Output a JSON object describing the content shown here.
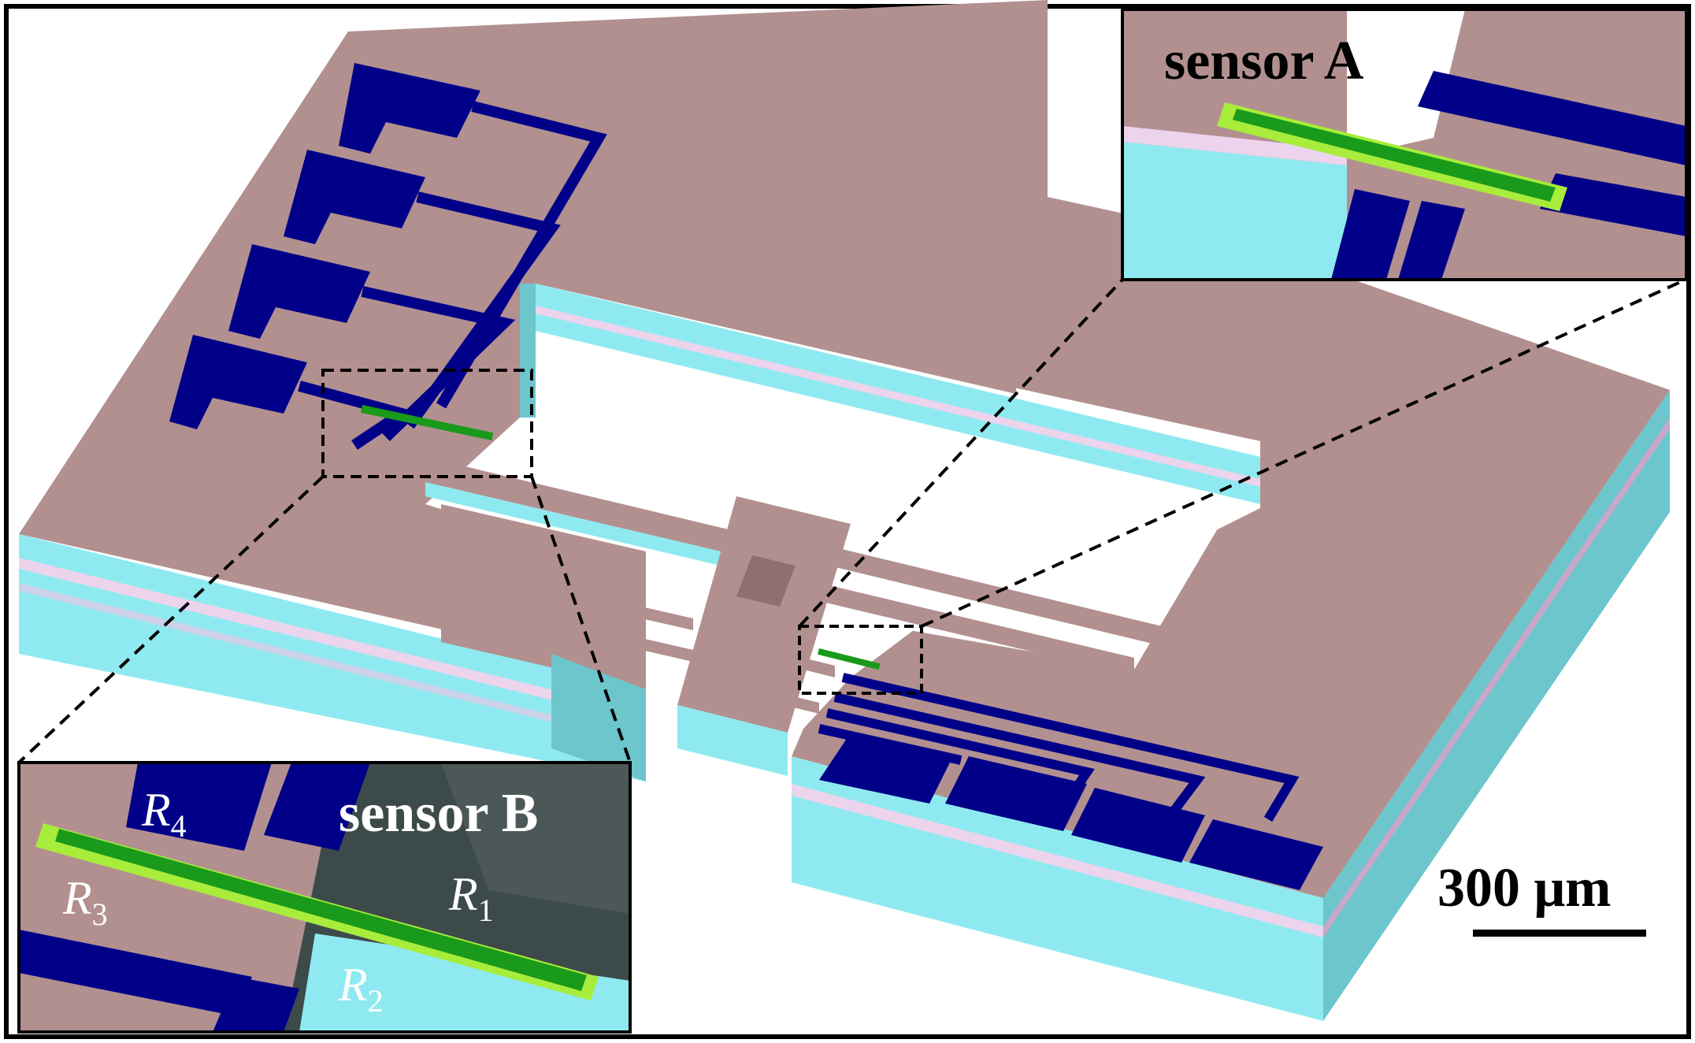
{
  "labels": {
    "sensor_a": "sensor A",
    "sensor_b": "sensor B",
    "scale_bar": "300 μm",
    "r1_base": "R",
    "r1_sub": "1",
    "r2_base": "R",
    "r2_sub": "2",
    "r3_base": "R",
    "r3_sub": "3",
    "r4_base": "R",
    "r4_sub": "4"
  },
  "colors": {
    "silicon_top": "#b29090",
    "silicon_side": "#8eeaf0",
    "silicon_side_dark": "#6cc6cc",
    "oxide_layer": "#ecd4ec",
    "metal_pads": "#000088",
    "piezoresistor": "#1a9a1a",
    "piezoresistor_contact": "#a8ec3c",
    "cavity_shadow": "#3d4a4a",
    "frame": "#000000",
    "background": "#ffffff"
  },
  "icons": {
    "detail_box_a": "dashed-zoom-box",
    "detail_box_b": "dashed-zoom-box",
    "scale_bar_line": "scale-bar"
  }
}
